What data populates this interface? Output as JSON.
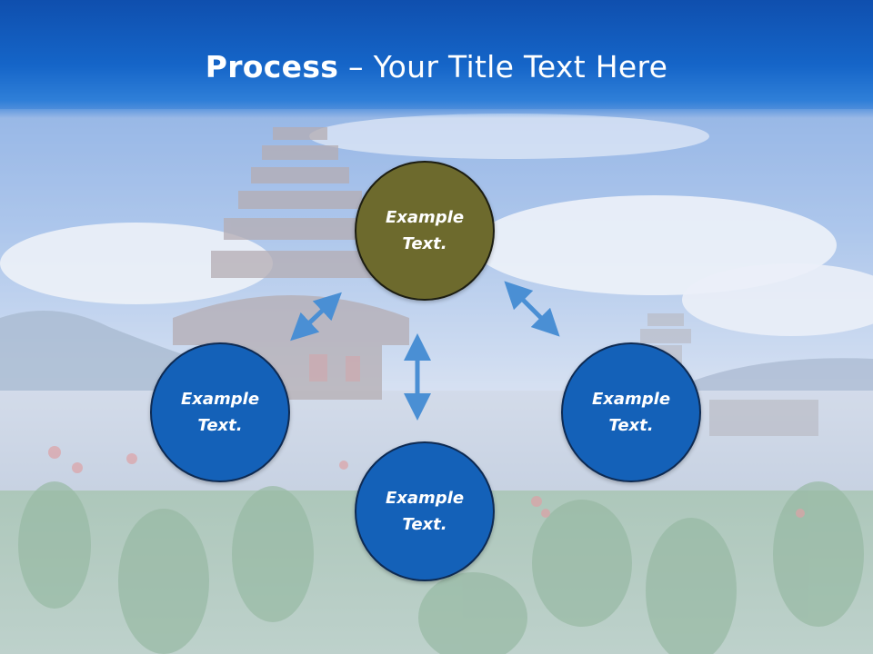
{
  "title": {
    "strong": "Process",
    "rest": " – Your Title Text Here"
  },
  "nodes": [
    {
      "id": "top",
      "text": "Example Text."
    },
    {
      "id": "left",
      "text": "Example Text."
    },
    {
      "id": "right",
      "text": "Example Text."
    },
    {
      "id": "bottom",
      "text": "Example Text."
    }
  ],
  "colors": {
    "header": "#1565c8",
    "circle_blue": "#1461b8",
    "circle_olive": "#6d6a2d",
    "arrow": "#4a8fd4"
  }
}
